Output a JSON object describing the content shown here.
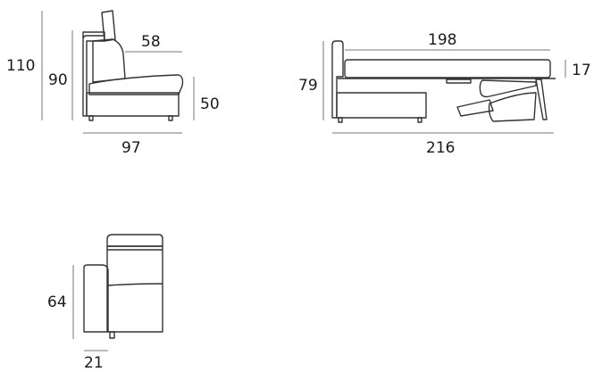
{
  "side_view": {
    "height_headrest": "110",
    "height_back": "90",
    "seat_depth": "58",
    "seat_height": "50",
    "total_depth": "97"
  },
  "bed_view": {
    "mattress_length": "198",
    "mattress_thickness": "17",
    "height": "79",
    "open_length": "216"
  },
  "arm_view": {
    "arm_height": "64",
    "arm_width": "21"
  },
  "colors": {
    "line": "#333333",
    "dimension": "#777777",
    "text": "#1a1a1a"
  }
}
